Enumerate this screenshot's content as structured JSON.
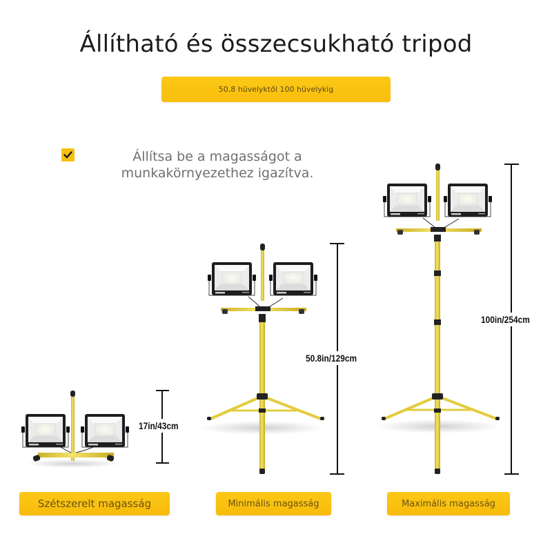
{
  "header": {
    "title": "Állítható és összecsukható tripod",
    "range_badge": "50,8 hüvelyktől 100 hüvelykig"
  },
  "feature": {
    "icon": "checkbox-checked-icon",
    "text": "Állítsa be a magasságot a munkakörnyezethez igazítva."
  },
  "products": [
    {
      "variant": "disassembled",
      "caption": "Szétszerelt magasság",
      "dimension": "17in/43cm"
    },
    {
      "variant": "minimum",
      "caption": "Minimális magasság",
      "dimension": "50.8in/129cm"
    },
    {
      "variant": "maximum",
      "caption": "Maximális magasság",
      "dimension": "100in/254cm"
    }
  ],
  "colors": {
    "accent_yellow": "#f9c20f",
    "pole_yellow": "#e8d34a",
    "lamp_frame": "#1e1e1e",
    "text_dark": "#1c1c1c",
    "text_gray": "#707070"
  }
}
